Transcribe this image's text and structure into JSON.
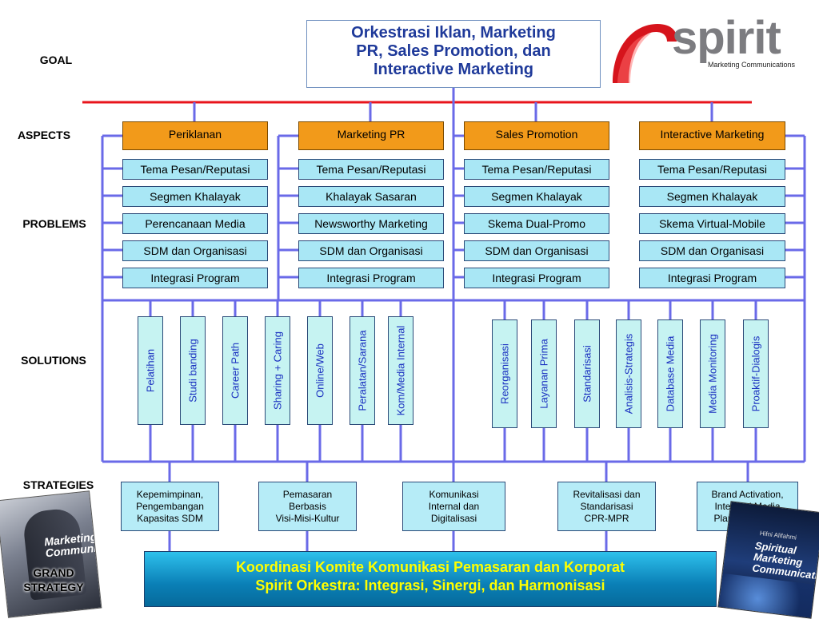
{
  "side_labels": {
    "goal": "GOAL",
    "aspects": "ASPECTS",
    "problems": "PROBLEMS",
    "solutions": "SOLUTIONS",
    "strategies": "STRATEGIES",
    "grand_strategy": "GRAND STRATEGY"
  },
  "goal": {
    "line1": "Orkestrasi Iklan, Marketing",
    "line2": "PR, Sales Promotion, dan",
    "line3": "Interactive Marketing"
  },
  "logo": {
    "name": "spirit",
    "tagline": "Marketing Communications"
  },
  "aspects": [
    "Periklanan",
    "Marketing PR",
    "Sales Promotion",
    "Interactive Marketing"
  ],
  "problems": [
    [
      "Tema Pesan/Reputasi",
      "Segmen Khalayak",
      "Perencanaan Media",
      "SDM dan Organisasi",
      "Integrasi Program"
    ],
    [
      "Tema Pesan/Reputasi",
      "Khalayak Sasaran",
      "Newsworthy Marketing",
      "SDM dan Organisasi",
      "Integrasi Program"
    ],
    [
      "Tema Pesan/Reputasi",
      "Segmen Khalayak",
      "Skema Dual-Promo",
      "SDM dan Organisasi",
      "Integrasi Program"
    ],
    [
      "Tema Pesan/Reputasi",
      "Segmen Khalayak",
      "Skema Virtual-Mobile",
      "SDM dan Organisasi",
      "Integrasi Program"
    ]
  ],
  "solutions_left": [
    "Pelatihan",
    "Studi banding",
    "Career Path",
    "Sharing + Caring",
    "Online/Web",
    "Peralatan/Sarana",
    "Kom/Media Internal"
  ],
  "solutions_right": [
    "Reorganisasi",
    "Layanan Prima",
    "Standarisasi",
    "Analisis-Strategis",
    "Database Media",
    "Media Monitoring",
    "Proaktif-Dialogis"
  ],
  "strategies": [
    "Kepemimpinan,\nPengembangan\nKapasitas SDM",
    "Pemasaran\nBerbasis\nVisi-Misi-Kultur",
    "Komunikasi\nInternal dan\nDigitalisasi",
    "Revitalisasi dan\nStandarisasi\nCPR-MPR",
    "Brand Activation,\nIntegrasi Media\nPlan/Placement"
  ],
  "grand": {
    "line1": "Koordinasi Komite Komunikasi Pemasaran dan Korporat",
    "line2": "Spirit Orkestra: Integrasi, Sinergi, dan Harmonisasi"
  },
  "book_left": {
    "title": "Marketing Communications"
  },
  "book_right": {
    "author": "Hifni Alifahmi",
    "title": "Spiritual Marketing Communications"
  },
  "colors": {
    "connector": "#6a6ae8",
    "aspect_fill": "#f29a1a",
    "problem_fill": "#a9e7f5",
    "solution_fill": "#c6f3f2",
    "strategy_fill": "#b6ecf7",
    "goal_line": "#e8141c",
    "title_text": "#1f3a9a",
    "solution_text": "#1a30c0",
    "grand_text": "#ffff00"
  }
}
